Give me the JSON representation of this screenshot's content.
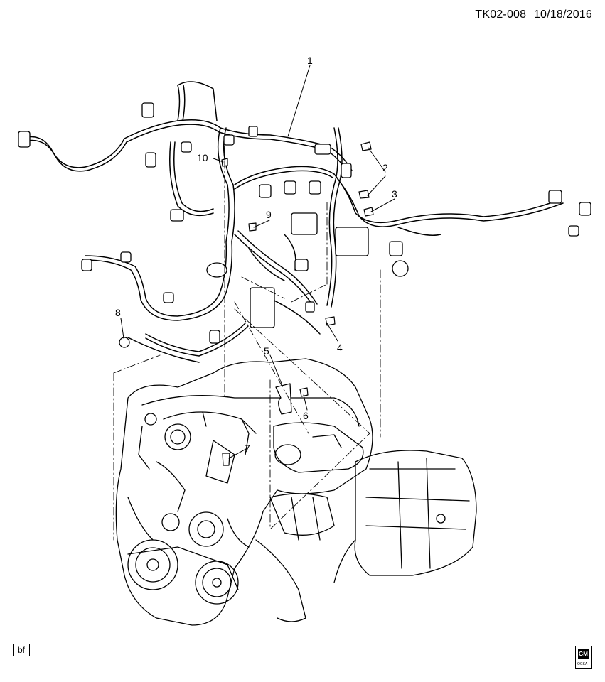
{
  "header": {
    "code": "TK02-008",
    "date": "10/18/2016"
  },
  "callouts": [
    "1",
    "2",
    "3",
    "4",
    "5",
    "6",
    "7",
    "8",
    "9",
    "10"
  ],
  "footer": {
    "bf_label": "bf",
    "logo": "GM",
    "logo_sub": "OCSA"
  }
}
